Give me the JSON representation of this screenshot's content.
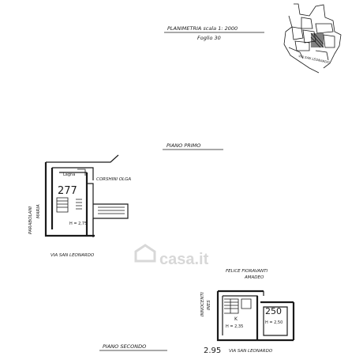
{
  "planimetria": {
    "title": "PLANIMETRIA scala 1: 2000",
    "foglio": "Foglio 30",
    "map_street": "VIA SAN LEONARDO"
  },
  "piano_primo": {
    "label": "PIANO PRIMO",
    "unit_number": "277",
    "room_label": "Lagna",
    "height_label": "H = 2,75",
    "neighbor_right": "CORSHINI OLGA",
    "neighbor_left_1": "PARABOLANI",
    "neighbor_left_2": "MARIA",
    "street": "VIA SAN LEONARDO"
  },
  "piano_secondo": {
    "label": "PIANO SECONDO",
    "neighbor_top_1": "FELICE FIORAVANTI",
    "neighbor_top_2": "AMADEO",
    "neighbor_left_1": "INNOCENTI",
    "neighbor_left_2": "INES",
    "room_mark": "K",
    "height_left": "H = 2,35",
    "height_right": "H = 2,50",
    "unit_number": "250",
    "bottom_number": "2.95",
    "street": "VIA SAN LEONARDO"
  },
  "watermark": {
    "text": "casa.it"
  }
}
